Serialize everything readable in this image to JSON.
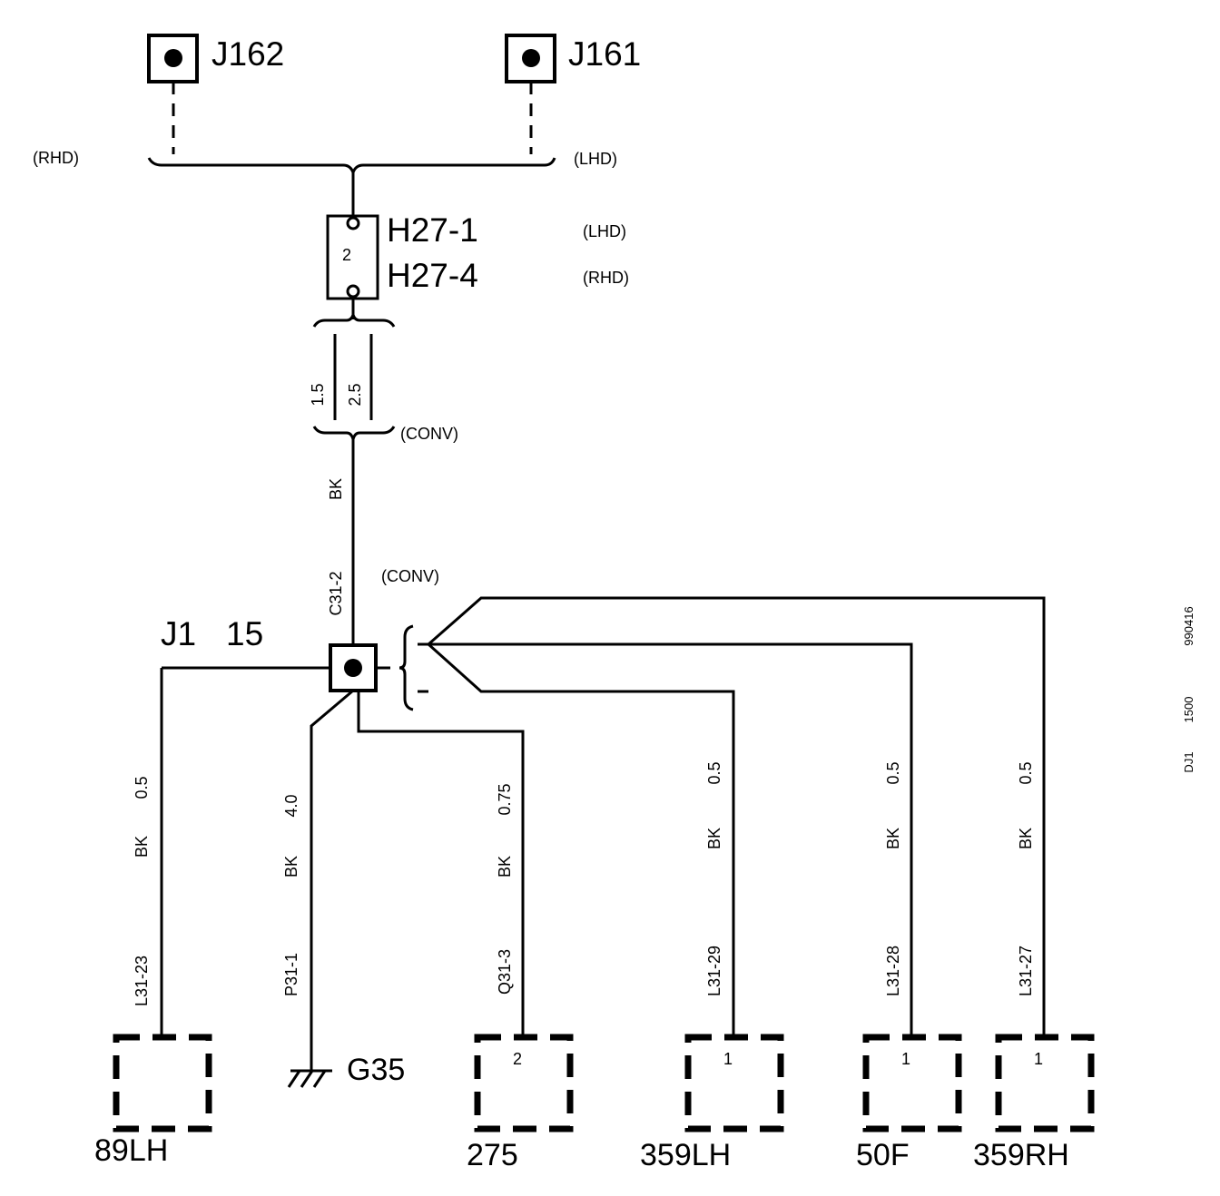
{
  "top_connectors": {
    "j162": "J162",
    "j161": "J161",
    "rhd": "(RHD)",
    "lhd": "(LHD)"
  },
  "connector_h27": {
    "name1": "H27-1",
    "name2": "H27-4",
    "variant1": "(LHD)",
    "variant2": "(RHD)",
    "pin": "2"
  },
  "wire_sizes": {
    "size_a": "1.5",
    "size_b": "2.5",
    "conv": "(CONV)",
    "main_color": "BK",
    "main_pin": "C31-2"
  },
  "junction": {
    "name": "J1",
    "number": "15",
    "conv": "(CONV)"
  },
  "branches": [
    {
      "size": "0.5",
      "color": "BK",
      "pin": "L31-23",
      "component": "89LH",
      "pin_no": ""
    },
    {
      "size": "4.0",
      "color": "BK",
      "pin": "P31-1",
      "component": "G35",
      "pin_no": ""
    },
    {
      "size": "0.75",
      "color": "BK",
      "pin": "Q31-3",
      "component": "275",
      "pin_no": "2"
    },
    {
      "size": "0.5",
      "color": "BK",
      "pin": "L31-29",
      "component": "359LH",
      "pin_no": "1"
    },
    {
      "size": "0.5",
      "color": "BK",
      "pin": "L31-28",
      "component": "50F",
      "pin_no": "1"
    },
    {
      "size": "0.5",
      "color": "BK",
      "pin": "L31-27",
      "component": "359RH",
      "pin_no": "1"
    }
  ],
  "side_codes": [
    "990416",
    "1500",
    "DJ1"
  ]
}
